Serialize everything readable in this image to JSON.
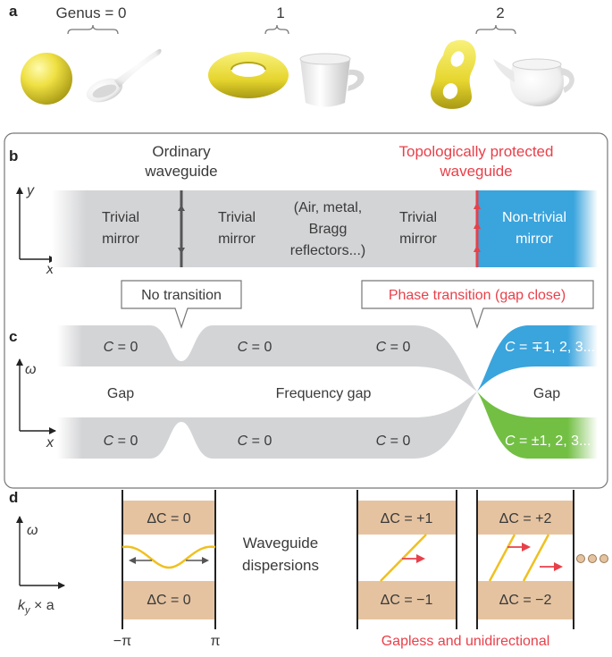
{
  "panel_a": {
    "letter": "a",
    "genus_labels": [
      "Genus = 0",
      "1",
      "2"
    ]
  },
  "panel_b": {
    "letter": "b",
    "ordinary_title_line1": "Ordinary",
    "ordinary_title_line2": "waveguide",
    "topo_title_line1": "Topologically protected",
    "topo_title_line2": "waveguide",
    "axis_y": "y",
    "axis_x": "x",
    "trivial_mirror_line1": "Trivial",
    "trivial_mirror_line2": "mirror",
    "middle_line1": "(Air, metal,",
    "middle_line2": "Bragg",
    "middle_line3": "reflectors...)",
    "nontrivial_line1": "Non-trivial",
    "nontrivial_line2": "mirror",
    "no_transition": "No transition",
    "phase_transition": "Phase transition (gap close)"
  },
  "panel_c": {
    "letter": "c",
    "axis_y": "ω",
    "axis_x": "x",
    "c_var": "C",
    "c_zero": " = 0",
    "c_top_right": " = ∓1, 2, 3...",
    "c_bottom_right": " = ±1, 2, 3...",
    "gap_left": "Gap",
    "frequency_gap": "Frequency gap",
    "gap_right": "Gap"
  },
  "panel_d": {
    "letter": "d",
    "axis_y": "ω",
    "axis_x_k": "k",
    "axis_x_sub": "y",
    "axis_x_rest": " × a",
    "dc_top_1": "ΔC = 0",
    "dc_bottom_1": "ΔC = 0",
    "dc_top_2": "ΔC = +1",
    "dc_bottom_2": "ΔC = −1",
    "dc_top_3": "ΔC = +2",
    "dc_bottom_3": "ΔC = −2",
    "waveguide_line1": "Waveguide",
    "waveguide_line2": "dispersions",
    "minus_pi": "−π",
    "pi": "π",
    "gapless": "Gapless and unidirectional"
  },
  "colors": {
    "red": "#e8404a",
    "blue": "#3aa4dd",
    "green": "#72bf44",
    "gray": "#d2d3d5",
    "tan": "#e5c3a0",
    "yellow": "#f0cf2c"
  }
}
